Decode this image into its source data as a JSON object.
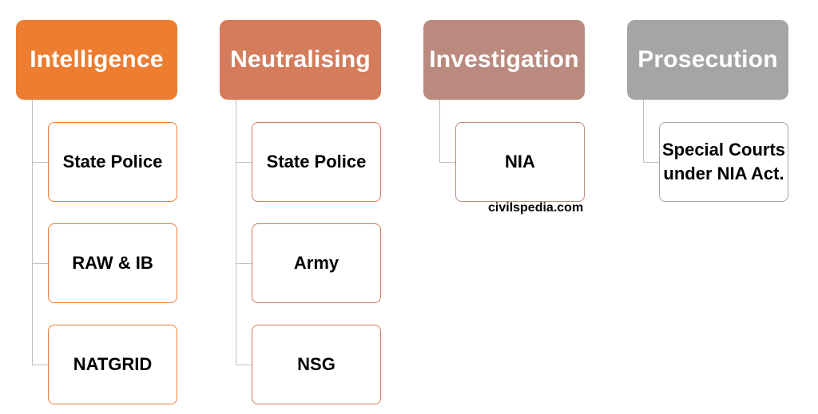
{
  "diagram": {
    "columns": [
      {
        "title": "Intelligence",
        "color": "#ed7d31",
        "items": [
          "State Police",
          "RAW & IB",
          "NATGRID"
        ]
      },
      {
        "title": "Neutralising",
        "color": "#d47c5b",
        "items": [
          "State Police",
          "Army",
          "NSG"
        ]
      },
      {
        "title": "Investigation",
        "color": "#ba8a7f",
        "items": [
          "NIA"
        ]
      },
      {
        "title": "Prosecution",
        "color": "#a5a5a5",
        "items": [
          "Special Courts under NIA Act."
        ]
      }
    ]
  },
  "watermark": "civilspedia.com"
}
